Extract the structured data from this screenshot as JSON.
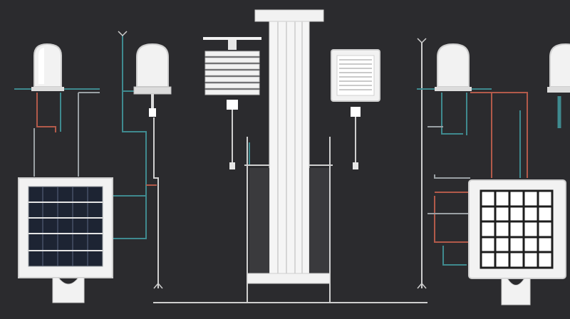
{
  "scene": {
    "description_free": true,
    "colors": {
      "background": "#2b2b2e",
      "white_part": "#f2f2f2",
      "shade": "#cfcfcf",
      "wire_teal": "#3f8a8f",
      "wire_red": "#b25a4a",
      "wire_gray": "#9aa0a4",
      "panel_dark": "#1d2433"
    },
    "elements": [
      {
        "name": "left-dome-sensor",
        "icon": "dome-sensor-icon"
      },
      {
        "name": "left-dome-sensor-2",
        "icon": "dome-sensor-icon"
      },
      {
        "name": "radiation-shield",
        "icon": "louvered-shield-icon"
      },
      {
        "name": "central-pillar",
        "icon": "pillar-icon"
      },
      {
        "name": "louvered-box",
        "icon": "vent-box-icon"
      },
      {
        "name": "right-dome-sensor",
        "icon": "dome-sensor-icon"
      },
      {
        "name": "right-dome-sensor-2",
        "icon": "dome-sensor-icon"
      },
      {
        "name": "left-solar-panel",
        "icon": "solar-panel-icon"
      },
      {
        "name": "right-grid-panel",
        "icon": "grid-panel-icon"
      }
    ]
  }
}
